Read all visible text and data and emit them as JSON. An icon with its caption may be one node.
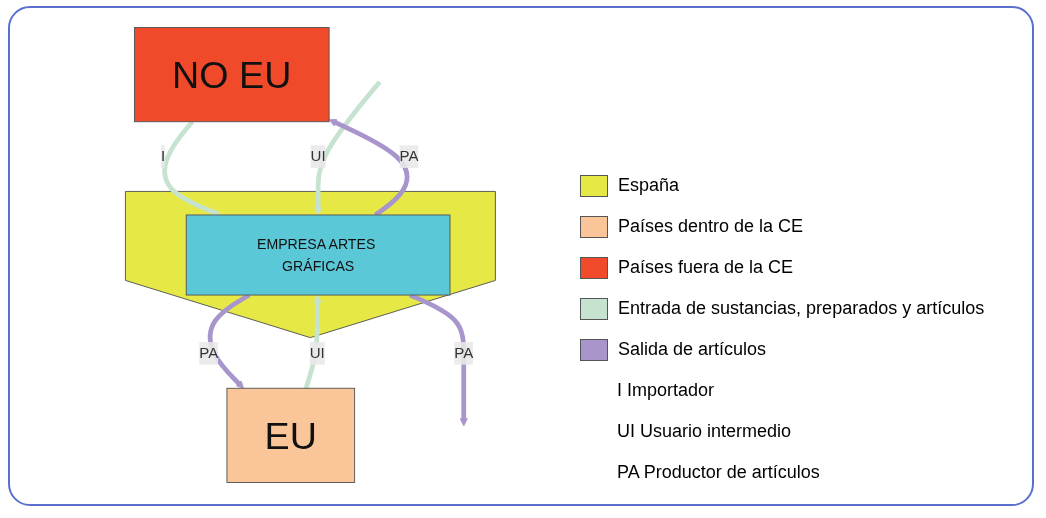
{
  "diagram": {
    "nodes": [
      {
        "text": [
          "NO EU"
        ]
      },
      {
        "text": [
          "EU"
        ]
      },
      {
        "text": [],
        "shape": "pentagon"
      },
      {
        "text": [
          "EMPRESA ARTES GRÁFICAS"
        ],
        "in": 2
      }
    ],
    "edges": [
      {
        "from": 0,
        "to": 3,
        "arrow": "to",
        "label": "I",
        "color": "#c5e3cf"
      },
      {
        "from": 1,
        "to": 3,
        "arrow": "to",
        "label": "UI",
        "color": "#c5e3cf"
      },
      {
        "from": null,
        "to": 3,
        "arrow": "to",
        "label": "UI",
        "color": "#c5e3cf"
      },
      {
        "from": 3,
        "to": 0,
        "arrow": "to",
        "label": "PA",
        "color": "#a895cc"
      },
      {
        "from": 3,
        "to": 1,
        "arrow": "to",
        "label": "PA",
        "color": "#a895cc"
      },
      {
        "from": 3,
        "to": null,
        "arrow": "to",
        "label": "PA",
        "color": "#a895cc"
      }
    ],
    "legend": [
      {
        "text": "España",
        "color": "#e6e845"
      },
      {
        "text": "Países dentro de la CE",
        "color": "#fbc59a"
      },
      {
        "text": "Países fuera de la CE",
        "color": "#f04a2a"
      },
      {
        "text": "Entrada de sustancias, preparados y artículos",
        "color": "#c5e3cf"
      },
      {
        "text": "Salida de artículos",
        "color": "#a895cc"
      },
      {
        "text": "I Importador"
      },
      {
        "text": "UI Usuario intermedio"
      },
      {
        "text": "PA Productor de artículos"
      }
    ]
  }
}
